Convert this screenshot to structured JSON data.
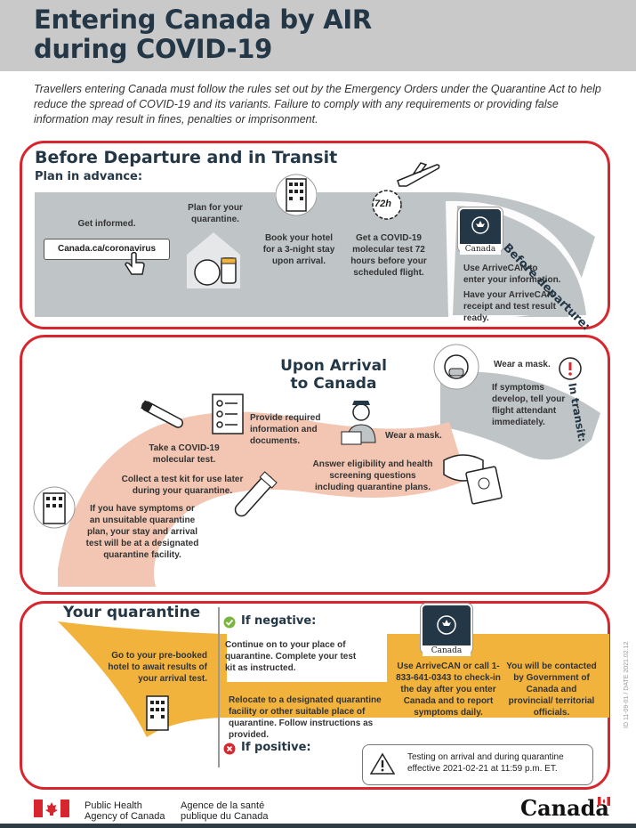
{
  "header": {
    "title_line1": "Entering Canada by AIR",
    "title_line2": "during COVID-19"
  },
  "intro": "Travellers entering Canada must follow the rules set out by the Emergency Orders under the Quarantine Act to help reduce the spread of COVID-19 and its variants. Failure to comply with any requirements or providing false information may result in fines, penalties or imprisonment.",
  "before": {
    "title": "Before Departure and in Transit",
    "subtitle": "Plan in advance:",
    "get_informed": "Get informed.",
    "url_button": "Canada.ca/coronavirus",
    "plan_quarantine": "Plan for your quarantine.",
    "book_hotel": "Book your hotel for a 3-night stay upon arrival.",
    "covid_test": "Get a COVID-19 molecular test 72 hours before your scheduled flight.",
    "clock_label": "72h",
    "arrivecan_1": "Use ArriveCAN to enter your information.",
    "arrivecan_2": "Have your ArriveCAN receipt and test result ready.",
    "before_departure_label": "Before departure:",
    "app_caption": "Canada"
  },
  "arrival": {
    "title_line1": "Upon Arrival",
    "title_line2": "to Canada",
    "wear_mask_transit": "Wear a mask.",
    "symptoms_transit": "If symptoms develop, tell your flight attendant immediately.",
    "in_transit_label": "In transit:",
    "provide_info": "Provide required information and documents.",
    "wear_mask": "Wear a mask.",
    "take_test": "Take a COVID-19 molecular test.",
    "answer_questions": "Answer eligibility and health screening questions including quarantine plans.",
    "collect_kit": "Collect a test kit for use later during your quarantine.",
    "symptoms_facility": "If you have symptoms or an unsuitable quarantine plan, your stay and arrival test will be at a designated quarantine facility."
  },
  "quarantine": {
    "title": "Your quarantine",
    "if_negative": "If negative:",
    "negative_text": "Continue on to your place of quarantine. Complete your test kit as instructed.",
    "if_positive": "If positive:",
    "positive_text": "Relocate to a designated quarantine facility or other suitable place of quarantine. Follow instructions as provided.",
    "go_hotel": "Go to your pre-booked hotel to await results of your arrival test.",
    "arrivecan_call": "Use ArriveCAN or call 1-833-641-0343 to check-in the day after you enter Canada and to report symptoms daily.",
    "contacted": "You will be contacted by Government of Canada and provincial/ territorial officials.",
    "testing_note": "Testing on arrival and during quarantine effective 2021-02-21 at 11:59 p.m. ET.",
    "app_caption": "Canada"
  },
  "side_code": "ID 11-09-01 / DATE 2021.02.12",
  "footer": {
    "phac_en_1": "Public Health",
    "phac_en_2": "Agency of Canada",
    "phac_fr_1": "Agence de la santé",
    "phac_fr_2": "publique du Canada",
    "wordmark": "Canada"
  },
  "colors": {
    "navy": "#243746",
    "red": "#d7262e",
    "grey": "#bfc4c6",
    "peach": "#f2c6b2",
    "orange": "#f2b33d"
  }
}
